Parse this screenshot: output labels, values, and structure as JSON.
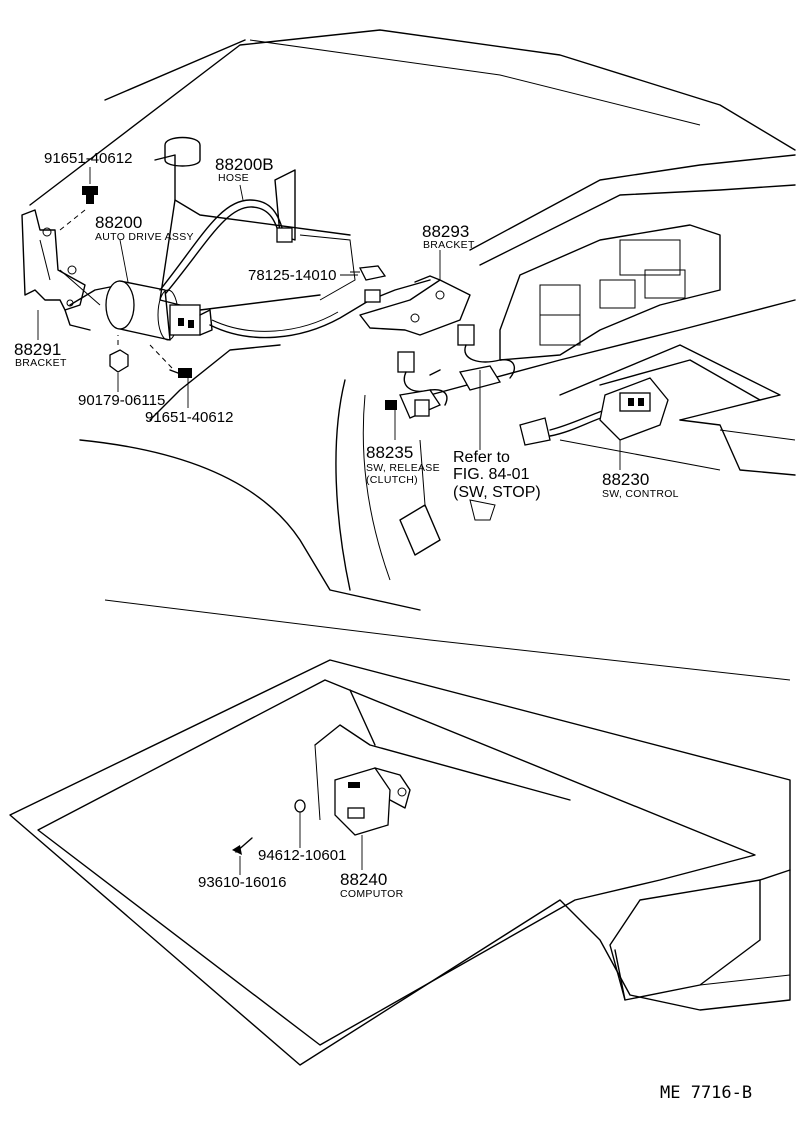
{
  "labels": {
    "bolt_upper_pn": "91651-40612",
    "hose_pn": "88200B",
    "hose_name": "HOSE",
    "actuator_pn": "88200",
    "actuator_name": "AUTO DRIVE ASSY",
    "clamp_pn": "78125-14010",
    "bracket2_pn": "88293",
    "bracket2_name": "BRACKET",
    "bracket1_pn": "88291",
    "bracket1_name": "BRACKET",
    "nut_pn": "90179-06115",
    "bolt_lower_pn": "91651-40612",
    "clutch_sw_pn": "88235",
    "clutch_sw_name1": "SW, RELEASE",
    "clutch_sw_name2": "(CLUTCH)",
    "ref_line1": "Refer to",
    "ref_line2": "FIG. 84-01",
    "ref_line3": "(SW, STOP)",
    "control_sw_pn": "88230",
    "control_sw_name": "SW, CONTROL",
    "washer_pn": "94612-10601",
    "computer_pn": "88240",
    "computer_name": "COMPUTOR",
    "screw_pn": "93610-16016"
  },
  "diagram_code": "ME 7716-B"
}
